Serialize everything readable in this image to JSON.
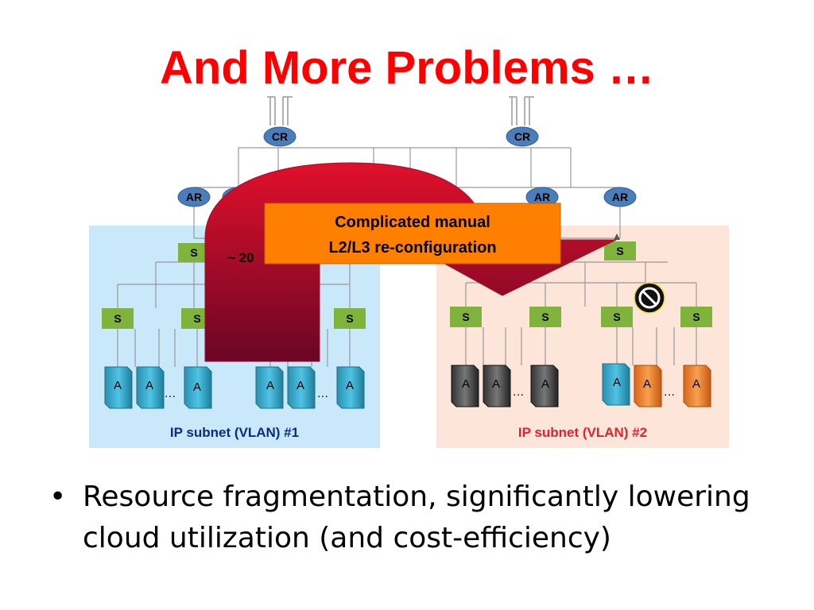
{
  "slide": {
    "title": "And More Problems …",
    "bullet_symbol": "•",
    "bullet_text": "Resource fragmentation, significantly lowering cloud utilization (and cost-efficiency)"
  },
  "diagram": {
    "core_routers": [
      "CR",
      "CR"
    ],
    "access_routers": [
      "AR",
      "AR",
      "AR",
      "AR"
    ],
    "switch_label": "S",
    "server_label": "A",
    "ellipsis": "…",
    "subnet_1_label": "IP subnet (VLAN) #1",
    "subnet_2_label": "IP subnet (VLAN) #2",
    "callout_line_1": "Complicated manual",
    "callout_line_2": "L2/L3 re-configuration",
    "partial_text": "~ 20",
    "colors": {
      "title": "#ff0000",
      "router": "#4a7ebb",
      "switch": "#7fb33c",
      "subnet_1_bg": "#c9e9fb",
      "subnet_2_bg": "#fde5da",
      "subnet_1_text": "#0b2a8a",
      "subnet_2_text": "#e8202a",
      "callout_bg": "#ff7f00",
      "arrow_dark": "#7a0a28",
      "arrow_red": "#e0102a"
    }
  }
}
